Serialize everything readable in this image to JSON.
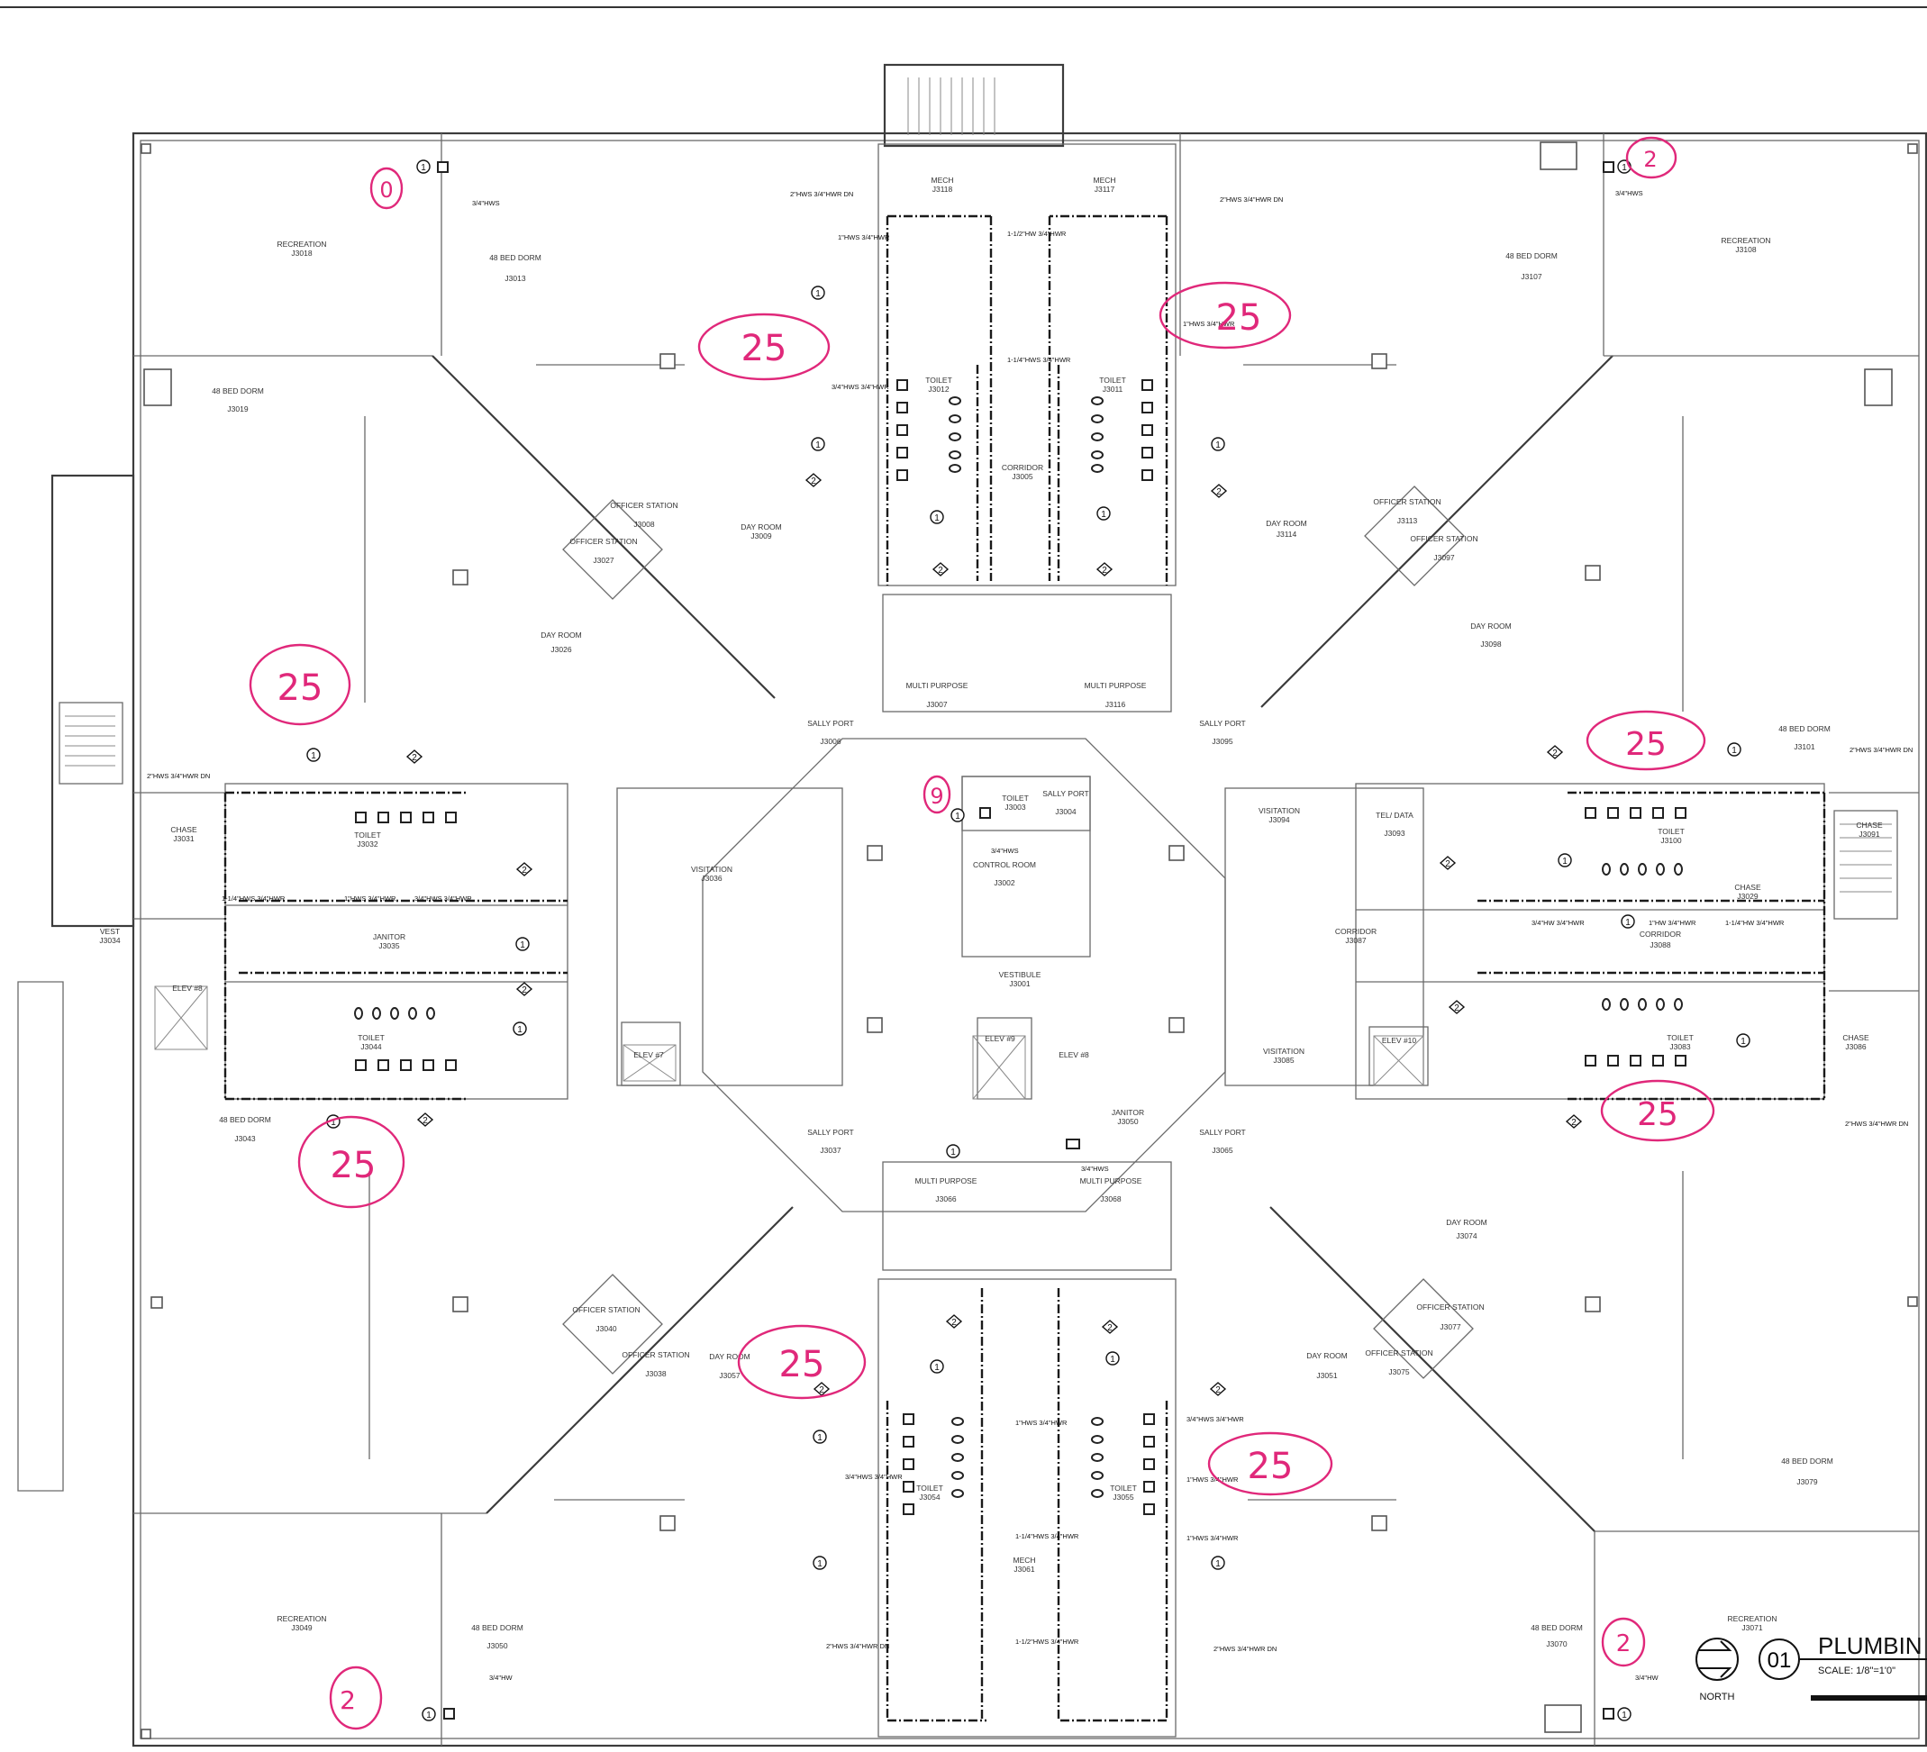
{
  "sheet": {
    "title": "PLUMBIN",
    "scale": "SCALE: 1/8\"=1'0\"",
    "north": "NORTH",
    "detail_number": "01"
  },
  "rooms": [
    {
      "name": "RECREATION",
      "number": "J3018"
    },
    {
      "name": "48 BED DORM",
      "number": "J3013"
    },
    {
      "name": "MECH",
      "number": "J3118"
    },
    {
      "name": "MECH",
      "number": "J3117"
    },
    {
      "name": "48 BED DORM",
      "number": "J3107"
    },
    {
      "name": "RECREATION",
      "number": "J3108"
    },
    {
      "name": "48 BED DORM",
      "number": "J3019"
    },
    {
      "name": "TOILET",
      "number": "J3012"
    },
    {
      "name": "TOILET",
      "number": "J3011"
    },
    {
      "name": "CORRIDOR",
      "number": "J3005"
    },
    {
      "name": "OFFICER STATION",
      "number": "J3008"
    },
    {
      "name": "OFFICER STATION",
      "number": "J3027"
    },
    {
      "name": "DAY ROOM",
      "number": "J3009"
    },
    {
      "name": "DAY ROOM",
      "number": "J3114"
    },
    {
      "name": "OFFICER STATION",
      "number": "J3113"
    },
    {
      "name": "OFFICER STATION",
      "number": "J3097"
    },
    {
      "name": "DAY ROOM",
      "number": "J3026"
    },
    {
      "name": "DAY ROOM",
      "number": "J3098"
    },
    {
      "name": "MULTI PURPOSE",
      "number": "J3007"
    },
    {
      "name": "MULTI PURPOSE",
      "number": "J3116"
    },
    {
      "name": "SALLY PORT",
      "number": "J3006"
    },
    {
      "name": "SALLY PORT",
      "number": "J3095"
    },
    {
      "name": "48 BED DORM",
      "number": "J3101"
    },
    {
      "name": "CHASE",
      "number": "J3031"
    },
    {
      "name": "TOILET",
      "number": "J3032"
    },
    {
      "name": "TOILET",
      "number": "J3003"
    },
    {
      "name": "SALLY PORT",
      "number": "J3004"
    },
    {
      "name": "CONTROL ROOM",
      "number": "J3002"
    },
    {
      "name": "VISITATION",
      "number": "J3036"
    },
    {
      "name": "VISITATION",
      "number": "J3094"
    },
    {
      "name": "TEL/ DATA",
      "number": "J3093"
    },
    {
      "name": "TOILET",
      "number": "J3100"
    },
    {
      "name": "CHASE",
      "number": "J3091"
    },
    {
      "name": "CHASE",
      "number": "J3029"
    },
    {
      "name": "VEST",
      "number": "J3034"
    },
    {
      "name": "JANITOR",
      "number": "J3035"
    },
    {
      "name": "CORRIDOR",
      "number": "J3087"
    },
    {
      "name": "CORRIDOR",
      "number": "J3088"
    },
    {
      "name": "VESTIBULE",
      "number": "J3001"
    },
    {
      "name": "TOILET",
      "number": "J3044"
    },
    {
      "name": "VISITATION",
      "number": "J3085"
    },
    {
      "name": "TOILET",
      "number": "J3083"
    },
    {
      "name": "CHASE",
      "number": "J3086"
    },
    {
      "name": "48 BED DORM",
      "number": "J3043"
    },
    {
      "name": "SALLY PORT",
      "number": "J3037"
    },
    {
      "name": "JANITOR",
      "number": "J3050"
    },
    {
      "name": "SALLY PORT",
      "number": "J3065"
    },
    {
      "name": "MULTI PURPOSE",
      "number": "J3066"
    },
    {
      "name": "MULTI PURPOSE",
      "number": "J3068"
    },
    {
      "name": "DAY ROOM",
      "number": "J3074"
    },
    {
      "name": "OFFICER STATION",
      "number": "J3040"
    },
    {
      "name": "OFFICER STATION",
      "number": "J3038"
    },
    {
      "name": "DAY ROOM",
      "number": "J3057"
    },
    {
      "name": "OFFICER STATION",
      "number": "J3077"
    },
    {
      "name": "OFFICER STATION",
      "number": "J3075"
    },
    {
      "name": "DAY ROOM",
      "number": "J3051"
    },
    {
      "name": "TOILET",
      "number": "J3054"
    },
    {
      "name": "TOILET",
      "number": "J3055"
    },
    {
      "name": "48 BED DORM",
      "number": "J3079"
    },
    {
      "name": "MECH",
      "number": "J3061"
    },
    {
      "name": "RECREATION",
      "number": "J3049"
    },
    {
      "name": "48 BED DORM",
      "number": "J3050"
    },
    {
      "name": "48 BED DORM",
      "number": "J3070"
    },
    {
      "name": "RECREATION",
      "number": "J3071"
    }
  ],
  "elevators": [
    "ELEV #8",
    "ELEV #7",
    "ELEV #9",
    "ELEV #8",
    "ELEV #10"
  ],
  "pipe_labels": [
    "3/4\"HWS",
    "2\"HWS 3/4\"HWR DN",
    "1\"HWS 3/4\"HWR",
    "1-1/2\"HW 3/4\"HWR",
    "2\"HWS 3/4\"HWR DN",
    "3/4\"HWS",
    "1-1/4\"HWS 3/4\"HWR",
    "3/4\"HWS 3/4\"HWR",
    "1\"HWS 3/4\"HWR",
    "2\"HWS 3/4\"HWR DN",
    "1-1/4\"HWS 3/4\"HWR",
    "1\"HWS 3/4\"HWR",
    "3/4\"HWS 3/4\"HWR",
    "3/4\"HWS",
    "3/4\"HW 3/4\"HWR",
    "1\"HW 3/4\"HWR",
    "1-1/4\"HW 3/4\"HWR",
    "2\"HWS 3/4\"HWR DN",
    "2\"HWS 3/4\"HWR DN",
    "3/4\"HWS",
    "1\"HWS 3/4\"HWR",
    "3/4\"HWS 3/4\"HWR",
    "1\"HWS 3/4\"HWR",
    "3/4\"HWS 3/4\"HWR",
    "1-1/4\"HWS 3/4\"HWR",
    "1\"HWS 3/4\"HWR",
    "2\"HWS 3/4\"HWR DN",
    "1-1/2\"HWS 3/4\"HWR",
    "2\"HWS 3/4\"HWR DN",
    "3/4\"HW",
    "3/4\"HW"
  ],
  "annotations": [
    "0",
    "2",
    "25",
    "25",
    "25",
    "25",
    "25",
    "25",
    "25",
    "25",
    "9",
    "2",
    "2"
  ]
}
